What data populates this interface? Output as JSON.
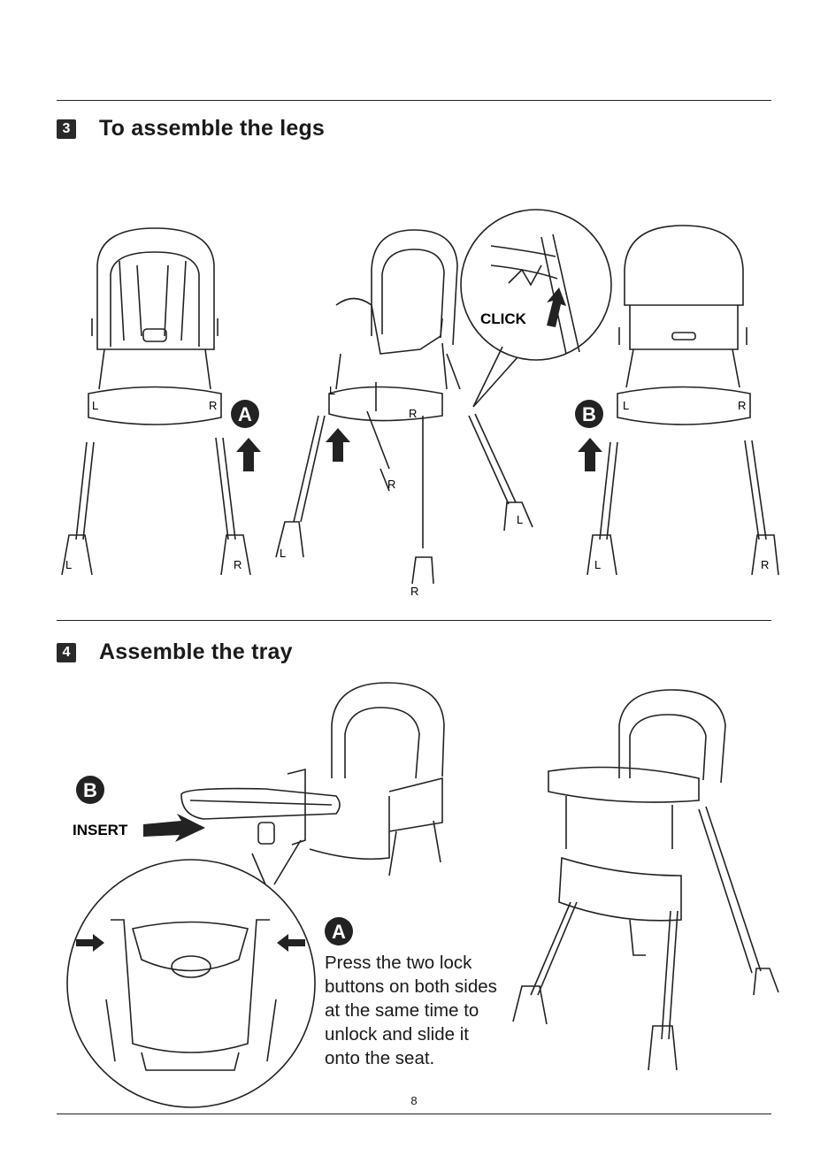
{
  "section3": {
    "number": "3",
    "title": "To assemble the legs"
  },
  "section4": {
    "number": "4",
    "title": "Assemble the tray"
  },
  "labels": {
    "A": "A",
    "B": "B",
    "click": "CLICK",
    "insert": "INSERT",
    "left": "L",
    "right": "R"
  },
  "instruction": {
    "marker": "A",
    "lines": [
      "Press the two lock",
      "buttons on both sides",
      "at the same time to",
      "unlock and slide it",
      "onto the seat."
    ]
  },
  "page_number": "8"
}
